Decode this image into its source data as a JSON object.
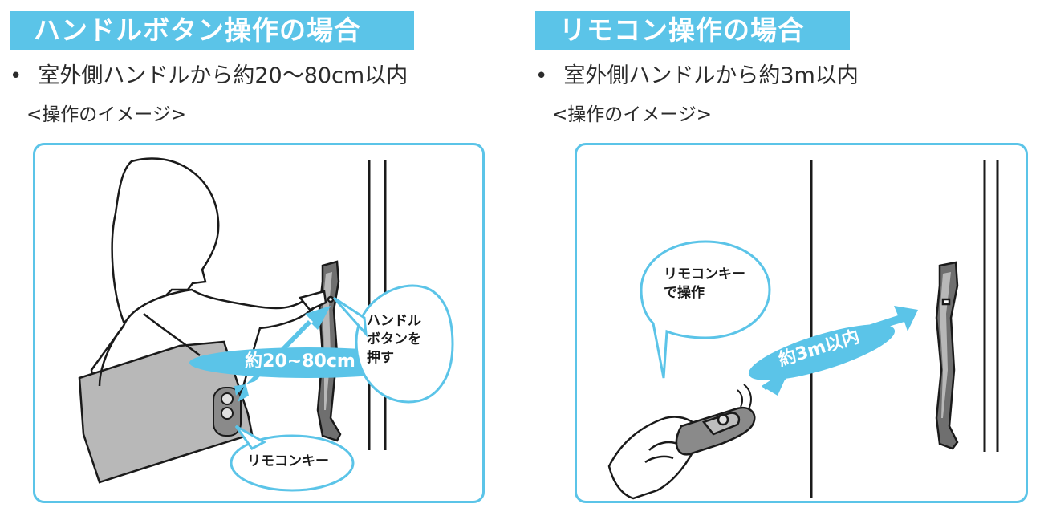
{
  "left_panel": {
    "heading": "ハンドルボタン操作の場合",
    "bullet": "室外側ハンドルから約20〜80cm以内",
    "caption": "<操作のイメージ>",
    "distance_label": "約20~80cm",
    "bubble_button": "ハンドル\n ボタンを\n 押す",
    "bubble_remote": "リモコンキー"
  },
  "right_panel": {
    "heading": "リモコン操作の場合",
    "bullet": "室外側ハンドルから約3m以内",
    "caption": "<操作のイメージ>",
    "distance_label": "約3m以内",
    "bubble_remote": "リモコンキー\nで操作"
  },
  "bullet_symbol": "•",
  "colors": {
    "accent": "#5bc4e8",
    "text": "#2b2b2b",
    "line": "#1a1a1a"
  }
}
